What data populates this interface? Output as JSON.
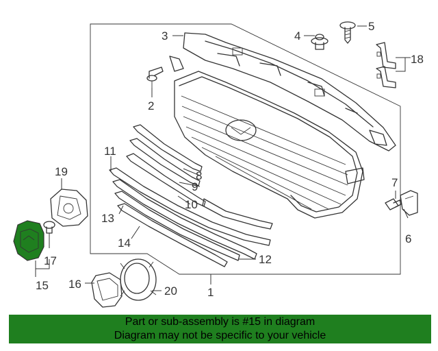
{
  "callouts": {
    "c1": "1",
    "c2": "2",
    "c3": "3",
    "c4": "4",
    "c5": "5",
    "c6": "6",
    "c7": "7",
    "c8": "8",
    "c9": "9",
    "c10": "10",
    "c11": "11",
    "c12": "12",
    "c13": "13",
    "c14": "14",
    "c15": "15",
    "c16": "16",
    "c17": "17",
    "c18": "18",
    "c19": "19",
    "c20": "20"
  },
  "highlight_part": "15",
  "colors": {
    "banner_bg": "#1f7f1f",
    "highlight_fill": "#1f7f1f",
    "line": "#333333"
  },
  "banner": {
    "line1": "Part or sub-assembly is #15 in diagram",
    "line2": "Diagram may not be specific to your vehicle"
  }
}
